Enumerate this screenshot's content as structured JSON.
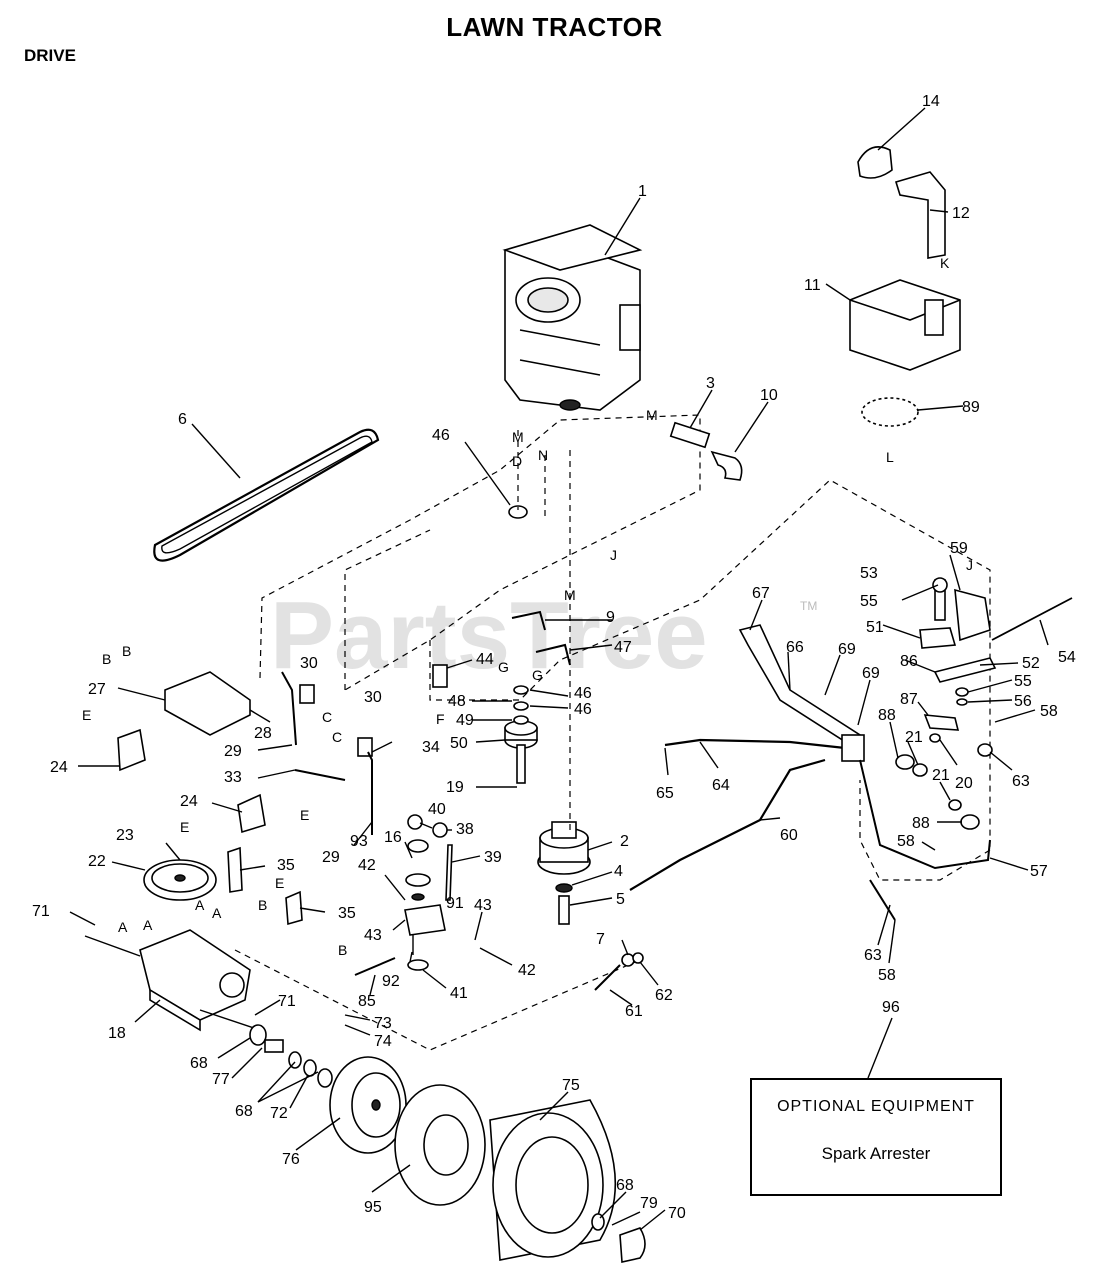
{
  "title": "LAWN TRACTOR",
  "subtitle": "DRIVE",
  "watermark": "PartsTree",
  "trademark": "TM",
  "optional_box": {
    "heading": "OPTIONAL EQUIPMENT",
    "item": "Spark Arrester",
    "callout": "96"
  },
  "callouts": [
    "1",
    "2",
    "3",
    "4",
    "5",
    "6",
    "7",
    "9",
    "10",
    "11",
    "12",
    "14",
    "16",
    "18",
    "19",
    "20",
    "21",
    "21",
    "22",
    "23",
    "24",
    "24",
    "27",
    "28",
    "29",
    "29",
    "30",
    "30",
    "33",
    "34",
    "35",
    "35",
    "38",
    "39",
    "40",
    "41",
    "42",
    "42",
    "43",
    "43",
    "44",
    "46",
    "46",
    "46",
    "47",
    "48",
    "49",
    "50",
    "51",
    "52",
    "53",
    "54",
    "55",
    "55",
    "56",
    "57",
    "58",
    "58",
    "58",
    "59",
    "60",
    "61",
    "62",
    "63",
    "63",
    "64",
    "65",
    "66",
    "67",
    "68",
    "68",
    "68",
    "69",
    "69",
    "70",
    "71",
    "71",
    "72",
    "73",
    "74",
    "75",
    "76",
    "77",
    "79",
    "85",
    "86",
    "87",
    "88",
    "88",
    "89",
    "91",
    "92",
    "93",
    "95"
  ],
  "reference_letters": [
    "A",
    "A",
    "A",
    "A",
    "B",
    "B",
    "B",
    "B",
    "C",
    "C",
    "D",
    "E",
    "E",
    "E",
    "E",
    "F",
    "G",
    "G",
    "J",
    "J",
    "K",
    "L",
    "M",
    "M",
    "M",
    "N"
  ]
}
